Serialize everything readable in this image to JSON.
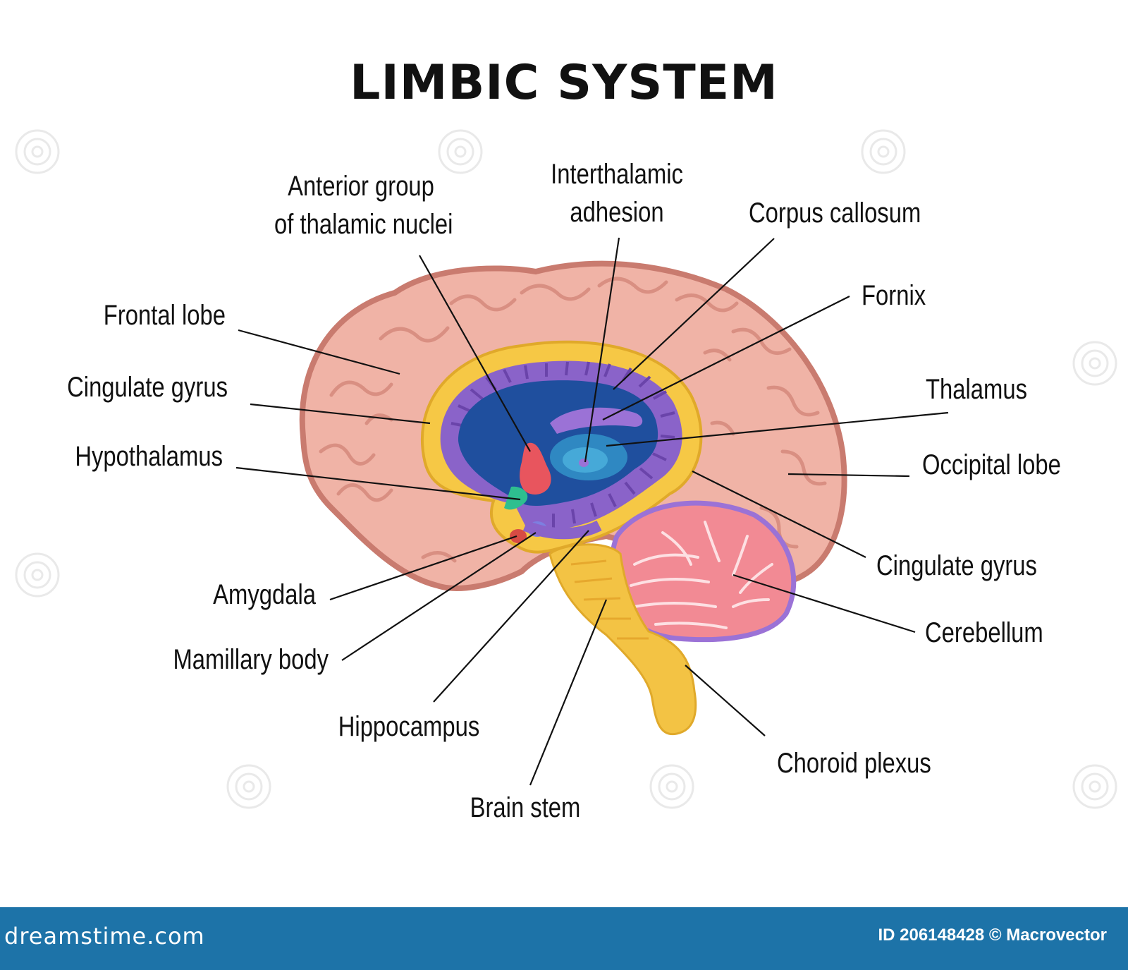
{
  "title": "LIMBIC SYSTEM",
  "labels": {
    "anterior_group": [
      "Anterior group",
      "of thalamic nuclei"
    ],
    "interthalamic_adhesion": [
      "Interthalamic",
      "adhesion"
    ],
    "corpus_callosum": "Corpus callosum",
    "fornix": "Fornix",
    "frontal_lobe": "Frontal lobe",
    "cingulate_gyrus_left": "Cingulate gyrus",
    "hypothalamus": "Hypothalamus",
    "thalamus": "Thalamus",
    "occipital_lobe": "Occipital lobe",
    "cingulate_gyrus_right": "Cingulate gyrus",
    "cerebellum": "Cerebellum",
    "amygdala": "Amygdala",
    "mamillary_body": "Mamillary body",
    "hippocampus": "Hippocampus",
    "brain_stem": "Brain stem",
    "choroid_plexus": "Choroid plexus"
  },
  "footer": {
    "brand": "dreamstime.com",
    "credit": "ID 206148428 © Macrovector"
  },
  "colors": {
    "cortex": "#f0b3a6",
    "cortex_edge": "#c97b6f",
    "corpus_callosum": "#f6c845",
    "cingulate": "#8a63c9",
    "ventricle": "#1f4f9e",
    "thalamus": "#2f88c2",
    "cerebellum": "#f28a94",
    "brain_stem": "#f3c344",
    "footer_bg": "#1d73a8"
  }
}
